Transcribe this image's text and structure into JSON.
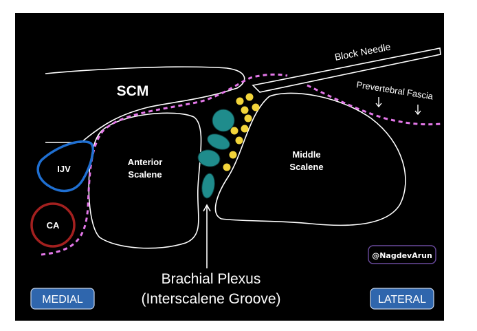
{
  "labels": {
    "scm": "SCM",
    "block_needle": "Block Needle",
    "prevertebral_fascia": "Prevertebral Fascia",
    "ijv": "IJV",
    "ca": "CA",
    "anterior_scalene_line1": "Anterior",
    "anterior_scalene_line2": "Scalene",
    "middle_scalene_line1": "Middle",
    "middle_scalene_line2": "Scalene",
    "brachial_plexus_line1": "Brachial Plexus",
    "brachial_plexus_line2": "(Interscalene Groove)",
    "handle": "@NagdevArun",
    "medial": "MEDIAL",
    "lateral": "LATERAL"
  },
  "colors": {
    "background": "#000000",
    "outline": "#ffffff",
    "fascia": "#e377e8",
    "ijv": "#1f6fd1",
    "ca": "#a3201f",
    "plexus": "#1f8c8c",
    "local_anesthetic": "#f2d43a",
    "button_fill": "#2f66ad",
    "handle_border": "#6a4a9e"
  }
}
